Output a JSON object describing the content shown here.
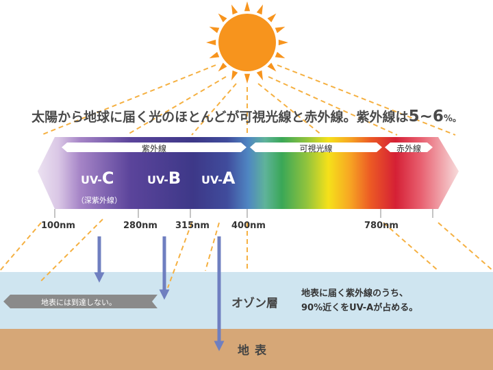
{
  "headline": {
    "main": "太陽から地球に届く光のほとんどが可視光線と赤外線。紫外線は",
    "value": "5~6",
    "unit": "%。"
  },
  "bands": {
    "uv": "紫外線",
    "visible": "可視光線",
    "ir": "赤外線"
  },
  "uv_types": [
    {
      "prefix": "UV-",
      "letter": "C",
      "note": "（深紫外線）"
    },
    {
      "prefix": "UV-",
      "letter": "B"
    },
    {
      "prefix": "UV-",
      "letter": "A"
    }
  ],
  "ticks": [
    "100nm",
    "280nm",
    "315nm",
    "400nm",
    "780nm"
  ],
  "ozone": {
    "label": "オゾン層",
    "note_line1": "地表に届く紫外線のうち、",
    "note_line2": "90%近くをUV-Aが占める。",
    "no_reach": "地表には到達しない。"
  },
  "ground": {
    "label": "地表"
  },
  "colors": {
    "sun": "#f7941d",
    "ozone": "#cfe5f0",
    "ground": "#d6a777",
    "ray": "#f5b041",
    "arrow": "#6f7fc0"
  }
}
